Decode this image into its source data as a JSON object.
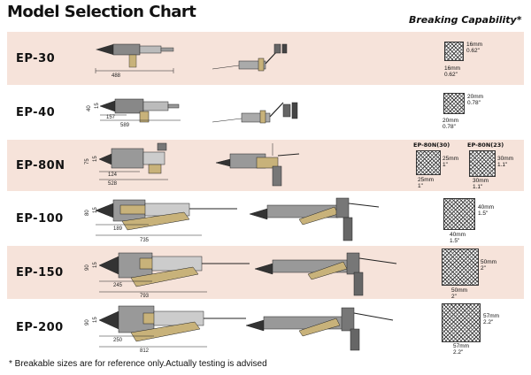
{
  "title": "Model Selection Chart",
  "capability_title": "Breaking Capability*",
  "footnote": "* Breakable sizes are for reference only.Actually testing is advised",
  "rows": [
    {
      "model": "EP-30",
      "dims": [
        "488"
      ],
      "caps": [
        {
          "w": "16mm",
          "w_in": "0.62\"",
          "h": "16mm",
          "h_in": "0.62\""
        }
      ]
    },
    {
      "model": "EP-40",
      "dims": [
        "40",
        "15",
        "157",
        "589"
      ],
      "caps": [
        {
          "w": "20mm",
          "w_in": "0.78\"",
          "h": "20mm",
          "h_in": "0.78\""
        }
      ]
    },
    {
      "model": "EP-80N",
      "dims": [
        "75",
        "15",
        "124",
        "528"
      ],
      "caps": [
        {
          "label": "EP-80N(30)",
          "w": "25mm",
          "w_in": "1\"",
          "h": "25mm",
          "h_in": "1\""
        },
        {
          "label": "EP-80N(23)",
          "w": "30mm",
          "w_in": "1.1\"",
          "h": "30mm",
          "h_in": "1.1\""
        }
      ]
    },
    {
      "model": "EP-100",
      "dims": [
        "80",
        "15",
        "189",
        "735"
      ],
      "caps": [
        {
          "w": "40mm",
          "w_in": "1.5\"",
          "h": "40mm",
          "h_in": "1.5\""
        }
      ]
    },
    {
      "model": "EP-150",
      "dims": [
        "90",
        "15",
        "245",
        "793"
      ],
      "caps": [
        {
          "w": "50mm",
          "w_in": "2\"",
          "h": "50mm",
          "h_in": "2\""
        }
      ]
    },
    {
      "model": "EP-200",
      "dims": [
        "90",
        "15",
        "250",
        "812"
      ],
      "caps": [
        {
          "w": "57mm",
          "w_in": "2.2\"",
          "h": "57mm",
          "h_in": "2.2\""
        }
      ]
    }
  ]
}
